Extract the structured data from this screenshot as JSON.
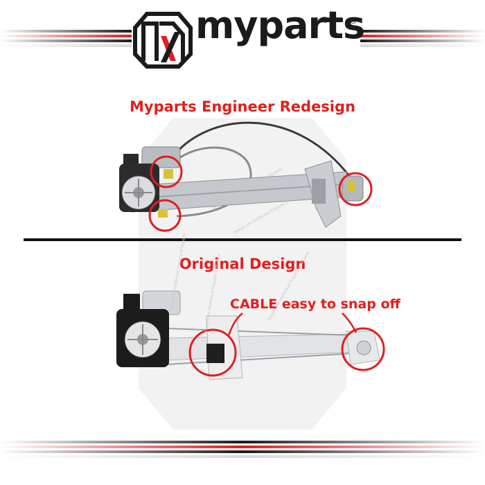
{
  "brand": {
    "name": "myparts",
    "registered": "®"
  },
  "colors": {
    "accent_red": "#e21e1e",
    "dark": "#1b1b1b",
    "stripe_gray": "#d8d8d8"
  },
  "sections": {
    "redesign_title": "Myparts Engineer Redesign",
    "original_title": "Original Design",
    "callout": "CABLE easy to snap off"
  },
  "watermarks": [
    "Images are Intellectual Property of Myparts",
    "Images are Intellectual Property of Myparts",
    "Images are Intellectual Property of Myparts",
    "Images are Intellectual Property of Myparts",
    "Images are Intellectual Property of Myparts"
  ],
  "icons": {
    "logo": "myparts-logo-icon",
    "product_top": "window-regulator-redesign-icon",
    "product_bottom": "window-regulator-original-icon"
  }
}
